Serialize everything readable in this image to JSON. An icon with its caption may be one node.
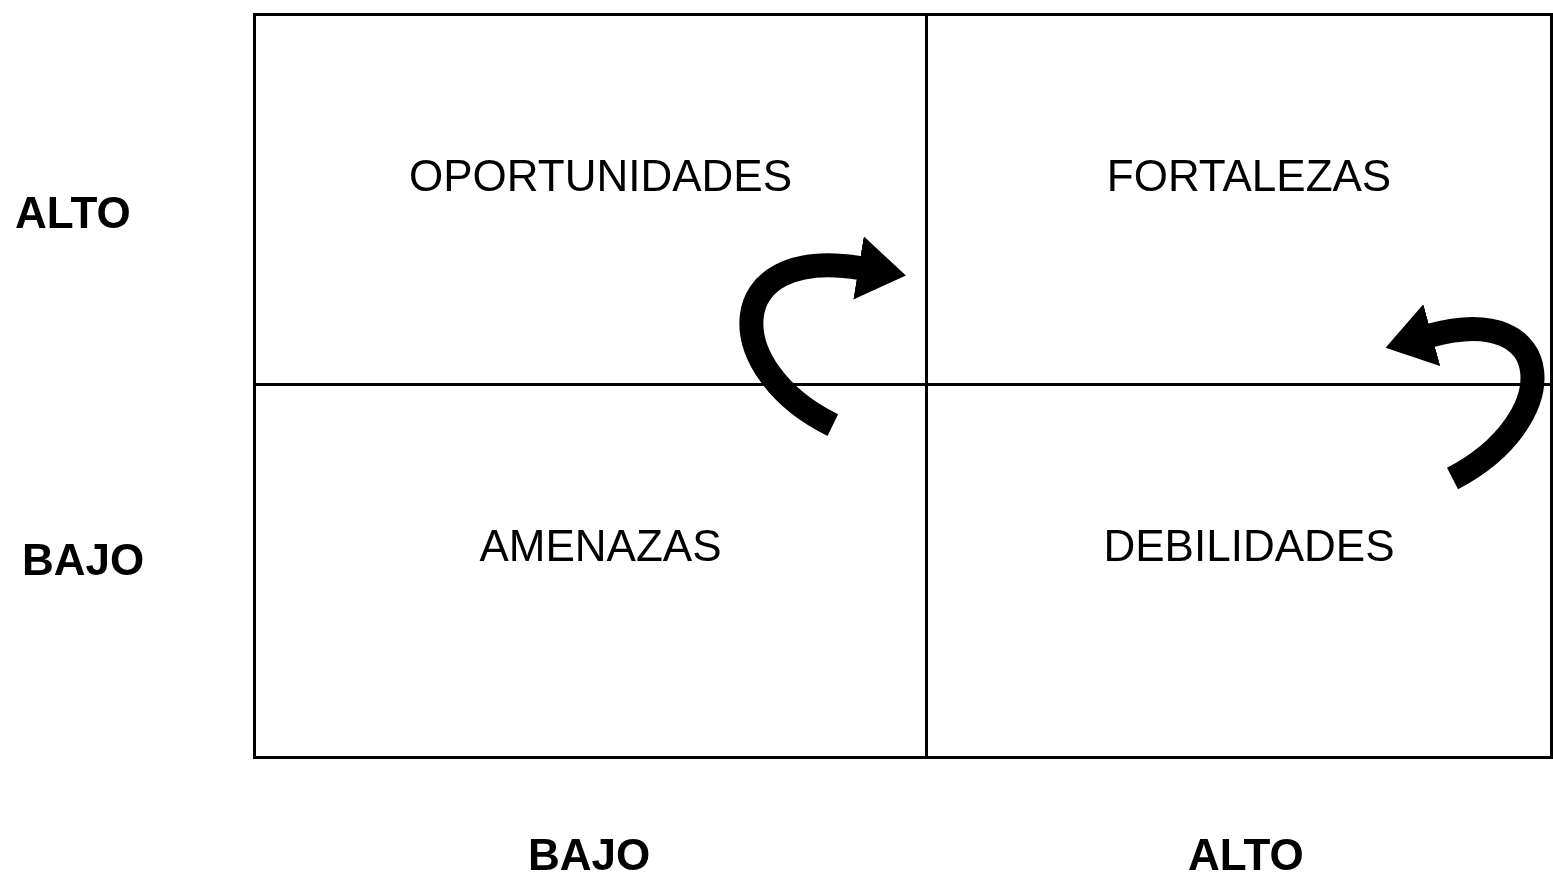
{
  "diagram": {
    "nodes": [
      {
        "text": [
          "OPORTUNIDADES"
        ]
      },
      {
        "text": [
          "FORTALEZAS"
        ]
      },
      {
        "text": [
          "AMENAZAS"
        ]
      },
      {
        "text": [
          "DEBILIDADES"
        ]
      }
    ],
    "edges": [
      {
        "from": 2,
        "to": 0,
        "arrow": "to"
      },
      {
        "from": 3,
        "to": 1,
        "arrow": "to"
      }
    ],
    "labels": [
      "ALTO",
      "BAJO",
      "BAJO",
      "ALTO"
    ]
  }
}
